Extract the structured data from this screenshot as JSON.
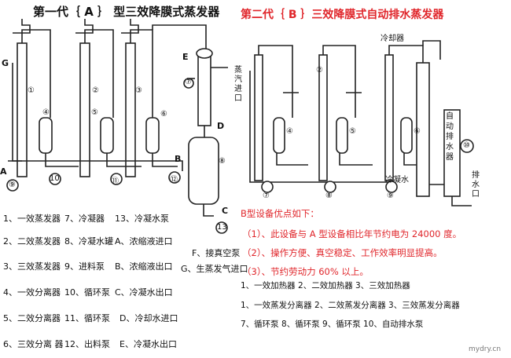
{
  "diagram_a": {
    "title": "第一代｛ A ｝ 型三效降膜式蒸发器",
    "labels": {
      "g": "G",
      "e": "E",
      "a": "A",
      "b": "B",
      "c": "C",
      "d": "D",
      "n1": "①",
      "n2": "②",
      "n3": "③",
      "n4": "④",
      "n5": "⑤",
      "n6": "⑥",
      "n7": "⑦",
      "n8": "⑧",
      "n9": "⑨",
      "n10": "10",
      "n11": "⑪",
      "n12": "⑫",
      "n13": "13",
      "steam_inlet": "蒸汽进口"
    }
  },
  "diagram_b": {
    "title": "第二代｛ B ｝三效降膜式自动排水蒸发器",
    "labels": {
      "cooler": "冷却器",
      "auto_drain": "自动排水器",
      "drain_outlet": "排水口",
      "condensate": "冷凝水",
      "n4": "④",
      "n5": "⑤",
      "n6": "⑥",
      "n7": "⑦",
      "n8": "⑧",
      "n9": "⑨",
      "n10": "⑩",
      "n2": "②"
    }
  },
  "legend_a": {
    "rows": [
      [
        "1、一效蒸发器",
        "7、冷凝器",
        "13、冷凝水泵"
      ],
      [
        "2、二效蒸发器",
        "8、冷凝水罐",
        "A、浓缩液进口"
      ],
      [
        "3、三效蒸发器",
        "9、进料泵",
        "B、浓缩液出口"
      ],
      [
        "4、一效分离器",
        "10、循环泵",
        "C、冷凝水出口"
      ],
      [
        "5、二效分离器",
        "11、循环泵",
        "D、冷却水进口"
      ],
      [
        "6、三效分离 器",
        "12、出料泵",
        "E、冷凝水出口"
      ]
    ],
    "extra": [
      "F、接真空泵",
      "G、生蒸发气进口"
    ]
  },
  "advantages": {
    "heading": "B型设备优点如下：",
    "items": [
      "（1）、此设备与 A 型设备相比年节约电为 24000 度。",
      "（2）、操作方便、真空稳定、工作效率明显提高。",
      "（3）、节约劳动力 60% 以上。"
    ]
  },
  "legend_b": {
    "rows": [
      "1、一效加热器 2、二效加热器 3、三效加热器",
      "1、一效蒸发分离器 2、二效蒸发分离器 3、三效蒸发分离器",
      "7、循环泵 8、循环泵 9、循环泵 10、自动排水泵"
    ]
  },
  "watermark": "mydry.cn",
  "colors": {
    "title_b": "#e0262b",
    "advantages": "#e0262b",
    "lines": "#222222"
  }
}
